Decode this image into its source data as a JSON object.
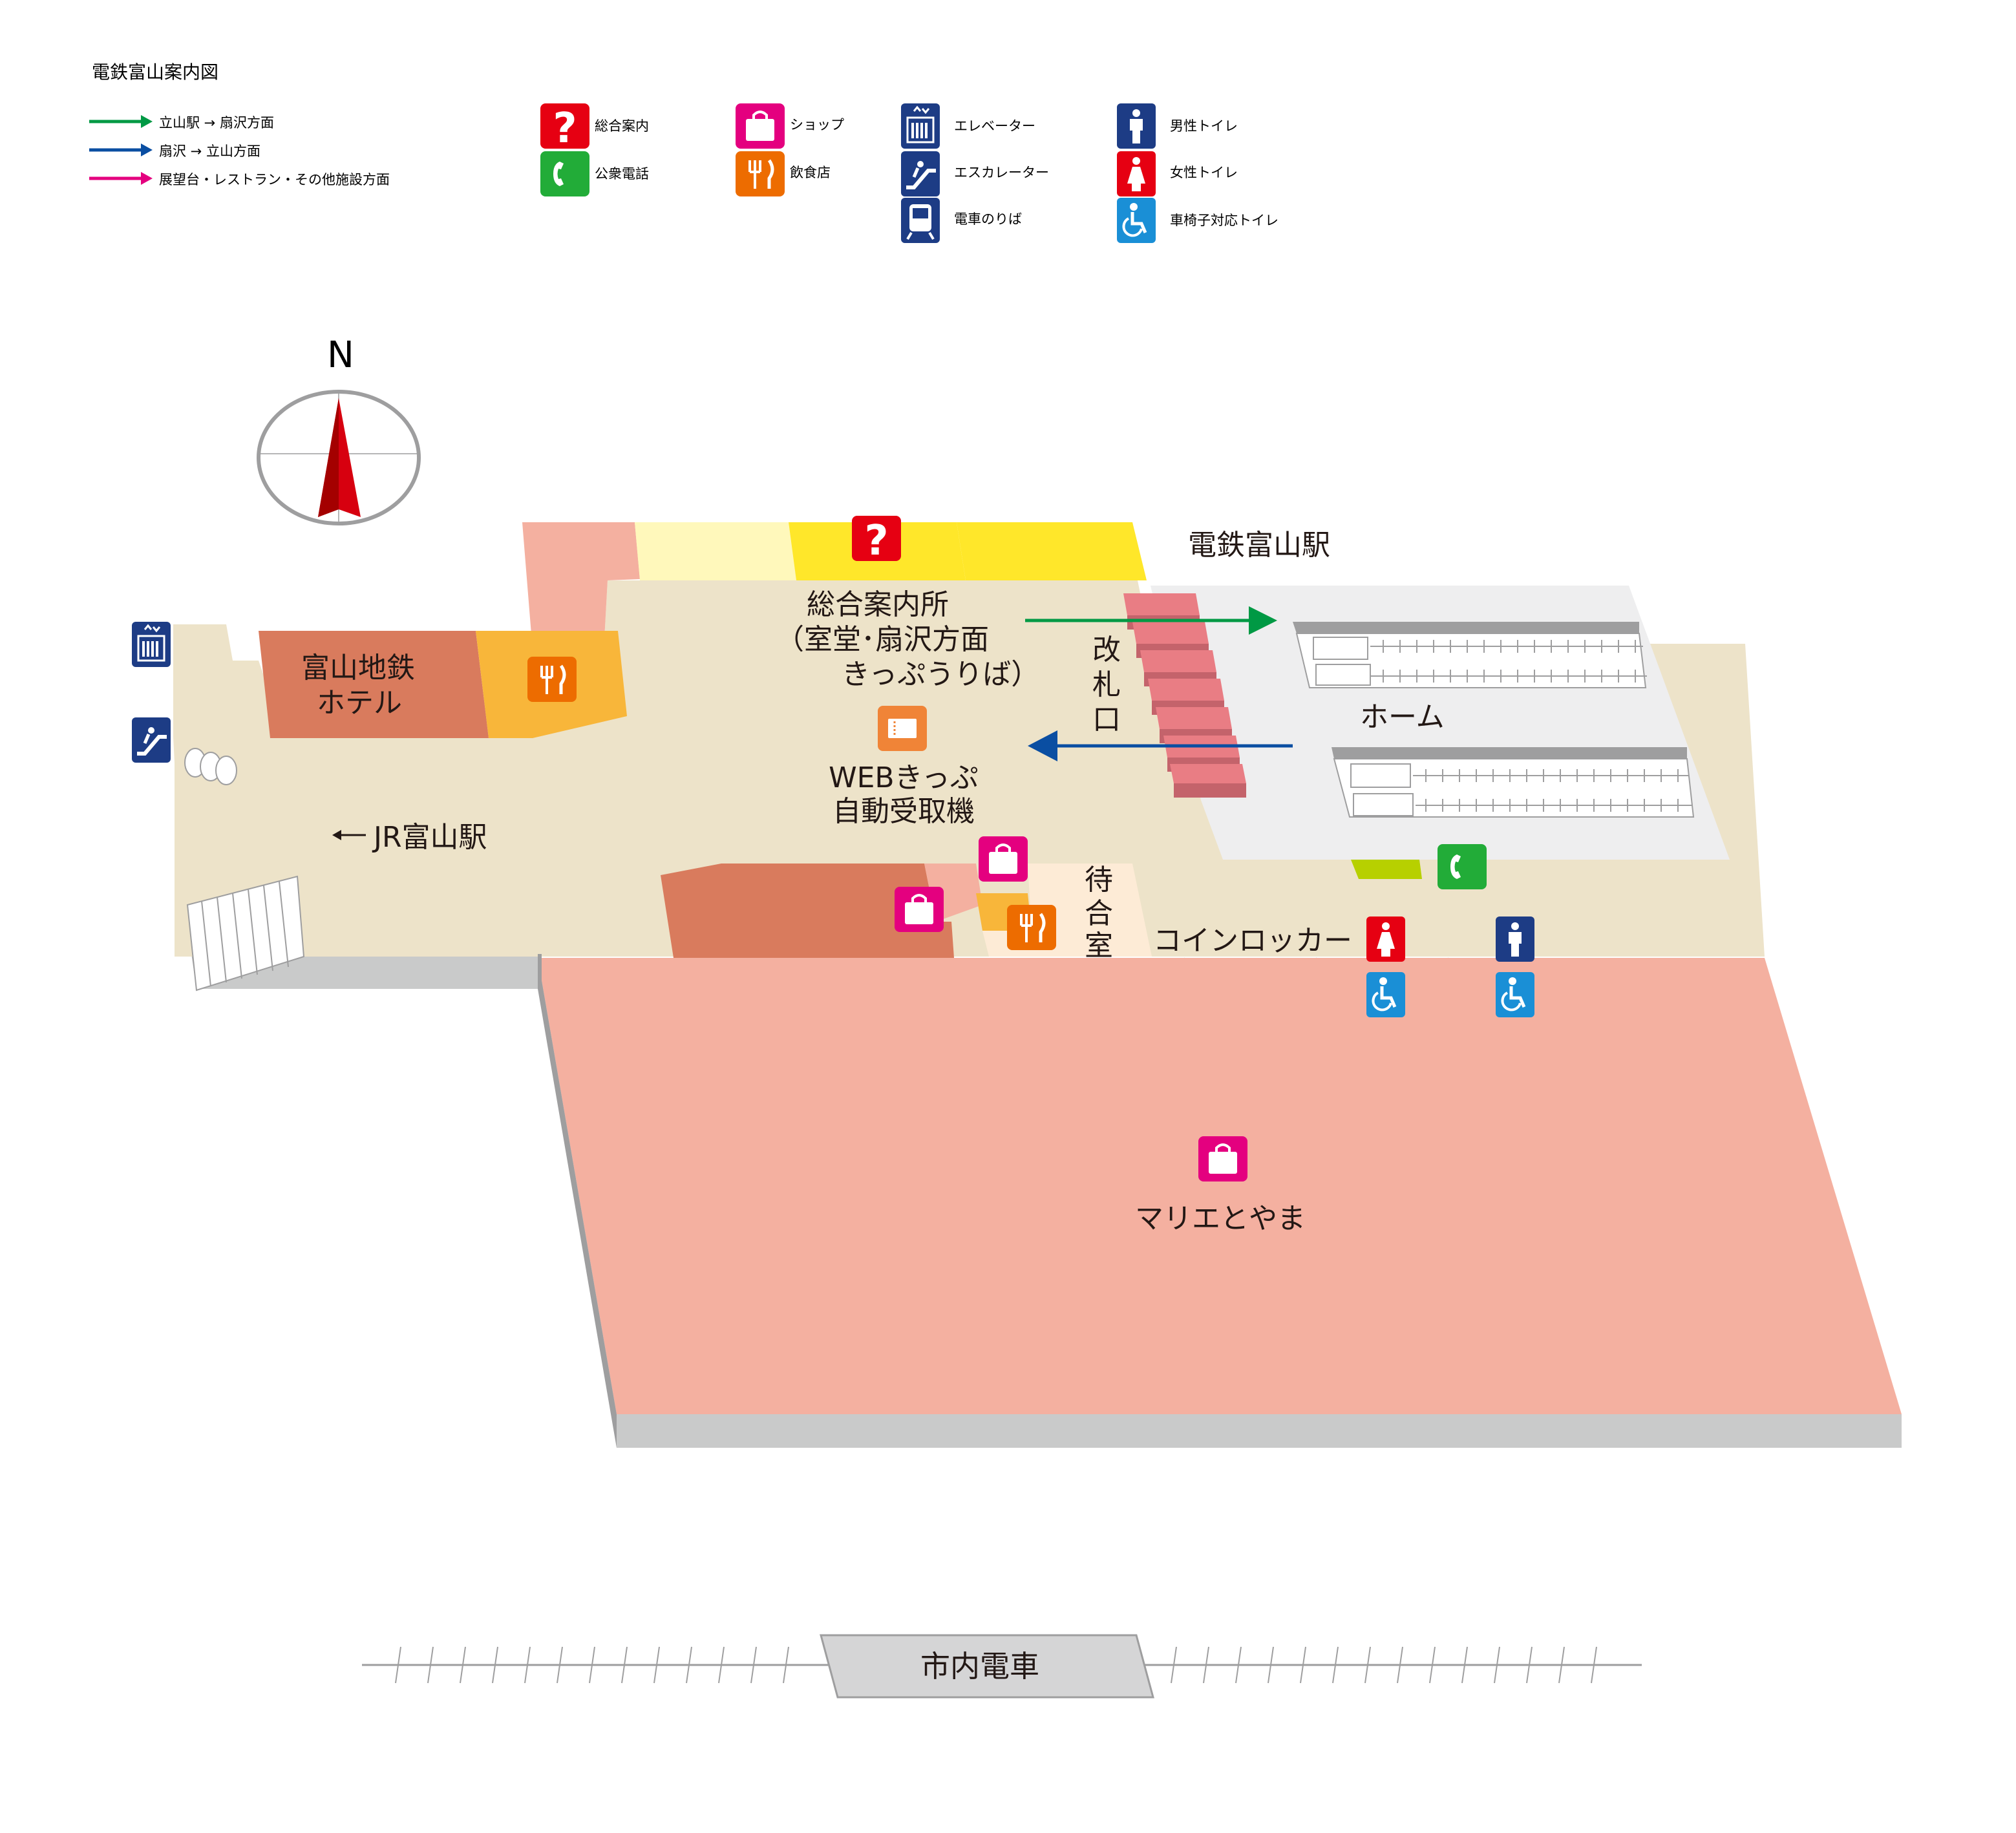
{
  "title": "電鉄富山案内図",
  "route_legend": [
    {
      "label": "立山駅 → 扇沢方面",
      "color": "#009944"
    },
    {
      "label": "扇沢 → 立山方面",
      "color": "#0a4ea2"
    },
    {
      "label": "展望台・レストラン・その他施設方面",
      "color": "#e4007f"
    }
  ],
  "icon_legend": [
    {
      "icon": "information-icon",
      "label": "総合案内",
      "color": "#e60012"
    },
    {
      "icon": "public-phone-icon",
      "label": "公衆電話",
      "color": "#22ac38"
    },
    {
      "icon": "shop-icon",
      "label": "ショップ",
      "color": "#e4007f"
    },
    {
      "icon": "restaurant-icon",
      "label": "飲食店",
      "color": "#ed6c00"
    },
    {
      "icon": "elevator-icon",
      "label": "エレベーター",
      "color": "#1d3c85"
    },
    {
      "icon": "escalator-icon",
      "label": "エスカレーター",
      "color": "#1d3c85"
    },
    {
      "icon": "train-platform-icon",
      "label": "電車のりば",
      "color": "#1d3c85"
    },
    {
      "icon": "mens-toilet-icon",
      "label": "男性トイレ",
      "color": "#1d3c85"
    },
    {
      "icon": "womens-toilet-icon",
      "label": "女性トイレ",
      "color": "#e60012"
    },
    {
      "icon": "accessible-toilet-icon",
      "label": "車椅子対応トイレ",
      "color": "#1a8fd6"
    }
  ],
  "compass": {
    "label": "N"
  },
  "map_labels": {
    "station_name": "電鉄富山駅",
    "info_center_line1": "総合案内所",
    "info_center_line2": "（室堂･扇沢方面",
    "info_center_line3": "きっぷうりば）",
    "ticket_gate_1": "改",
    "ticket_gate_2": "札",
    "ticket_gate_3": "口",
    "platform": "ホーム",
    "hotel_line1": "富山地鉄",
    "hotel_line2": "ホテル",
    "web_ticket_line1": "WEBきっぷ",
    "web_ticket_line2": "自動受取機",
    "jr_station": "JR富山駅",
    "waiting_room_1": "待",
    "waiting_room_2": "合",
    "waiting_room_3": "室",
    "coin_locker": "コインロッカー",
    "marie_toyama": "マリエとやま",
    "city_tram": "市内電車"
  }
}
